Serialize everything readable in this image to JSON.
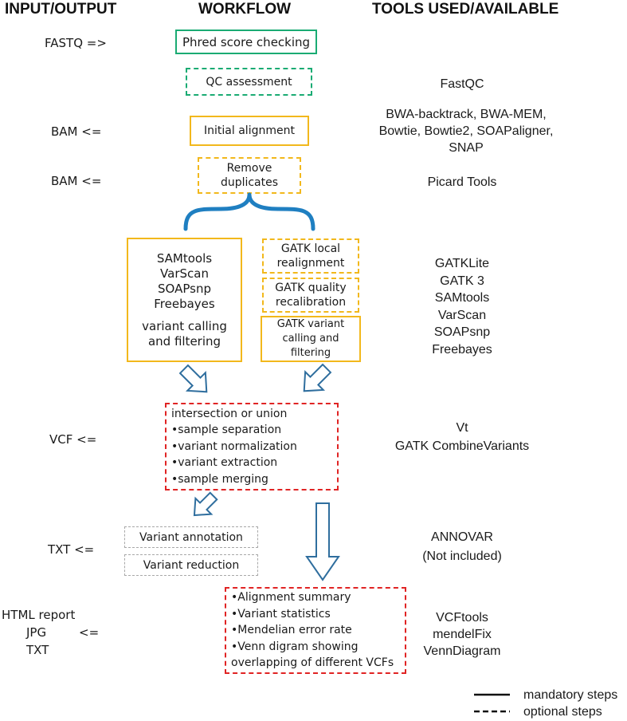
{
  "headers": {
    "input_output": "INPUT/OUTPUT",
    "workflow": "WORKFLOW",
    "tools": "TOOLS USED/AVAILABLE"
  },
  "io_labels": {
    "fastq": "FASTQ  =>",
    "bam1": "BAM  <=",
    "bam2": "BAM  <=",
    "vcf": "VCF  <=",
    "txt": "TXT  <=",
    "html_report": "HTML report",
    "jpg": "JPG",
    "arrow_report": "<=",
    "txt2": "TXT"
  },
  "workflow": {
    "phred": "Phred score checking",
    "qc": "QC assessment",
    "initial_alignment": "Initial alignment",
    "remove_duplicates": [
      "Remove",
      "duplicates"
    ],
    "left_tools": [
      "SAMtools",
      "VarScan",
      "SOAPsnp",
      "Freebayes"
    ],
    "left_caption": [
      "variant calling",
      "and filtering"
    ],
    "gatk_realign": [
      "GATK local",
      "realignment"
    ],
    "gatk_recal": [
      "GATK quality",
      "recalibration"
    ],
    "gatk_variant": [
      "GATK variant",
      "calling and filtering"
    ],
    "vcf_ops": [
      "intersection or union",
      "•sample separation",
      "•variant normalization",
      "•variant extraction",
      "•sample merging"
    ],
    "variant_annotation": "Variant annotation",
    "variant_reduction": "Variant reduction",
    "report_items": [
      "•Alignment summary",
      "•Variant statistics",
      "•Mendelian error rate",
      "•Venn digram showing",
      "overlapping of different VCFs"
    ]
  },
  "tools": {
    "fastqc": "FastQC",
    "aligners": [
      "BWA-backtrack, BWA-MEM,",
      "Bowtie, Bowtie2, SOAPaligner,",
      "SNAP"
    ],
    "picard": "Picard Tools",
    "callers": [
      "GATKLite",
      "GATK 3",
      "SAMtools",
      "VarScan",
      "SOAPsnp",
      "Freebayes"
    ],
    "vcf_tools": [
      "Vt",
      "GATK CombineVariants"
    ],
    "annovar": [
      "ANNOVAR",
      "(Not included)"
    ],
    "report_tools": [
      "VCFtools",
      "mendelFix",
      "VennDiagram"
    ]
  },
  "legend": {
    "mandatory": "mandatory steps",
    "optional": "optional steps"
  },
  "colors": {
    "green": "#1aab73",
    "yellow": "#f2b81c",
    "blue": "#1f7fc1",
    "arrow_outline": "#2f6e9e",
    "red": "#e02424",
    "gray": "#a8a8a8"
  }
}
